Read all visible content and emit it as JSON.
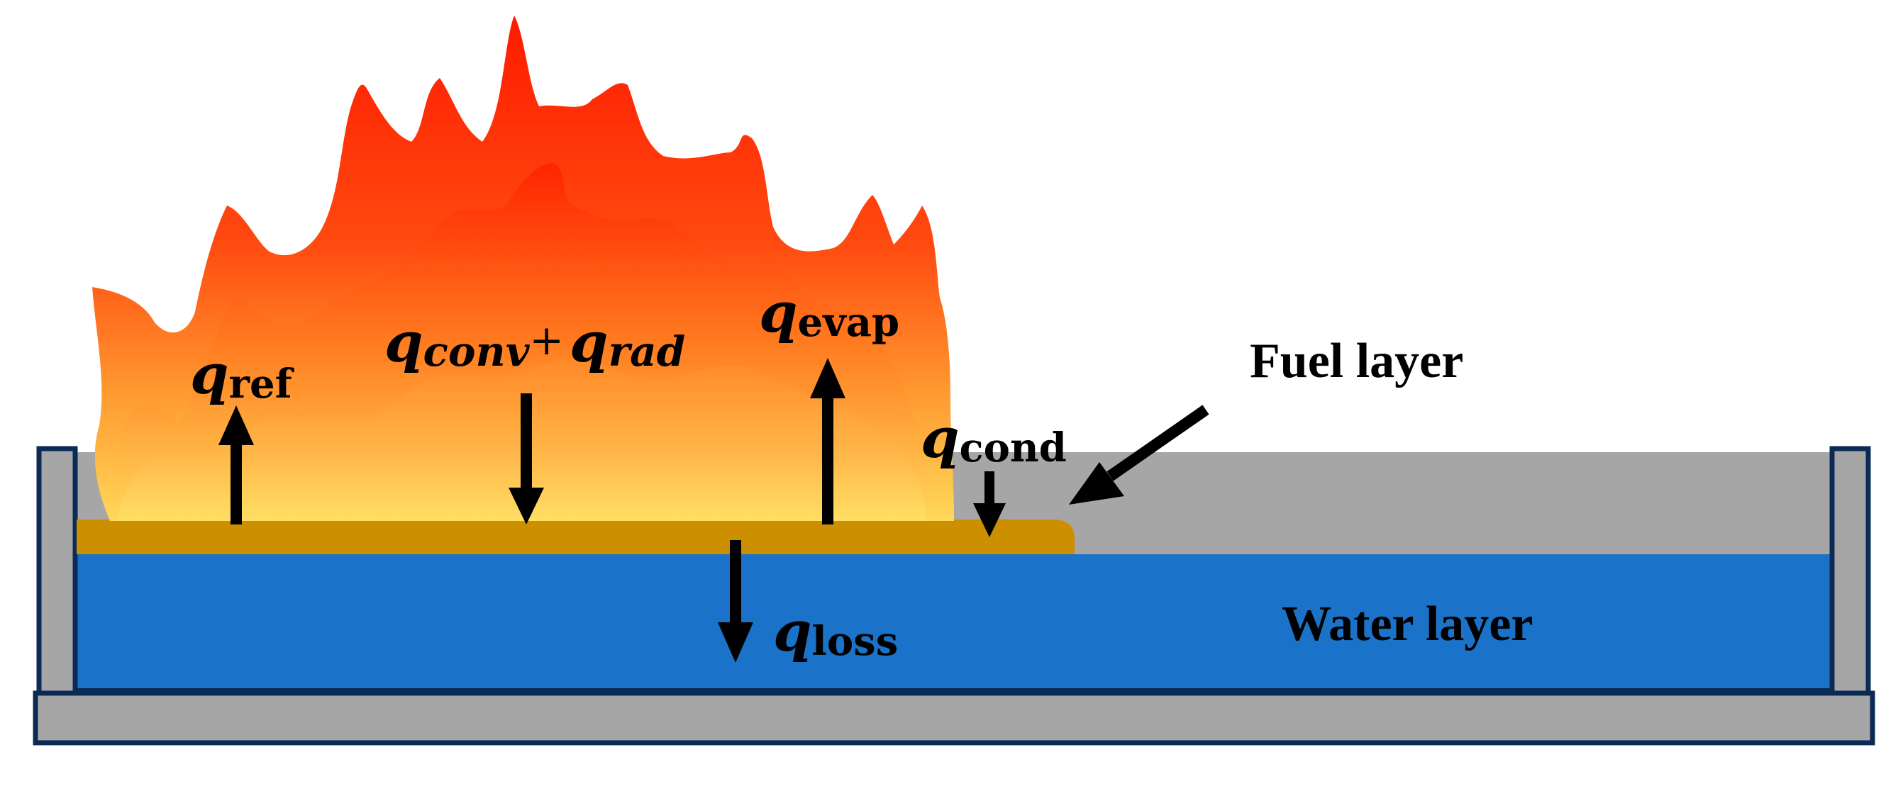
{
  "labels": {
    "q_ref": {
      "symbol": "q",
      "subscript": "ref"
    },
    "q_conv_rad": {
      "symbol1": "q",
      "sub1": "conv",
      "plus": "+",
      "symbol2": "q",
      "sub2": "rad"
    },
    "q_evap": {
      "symbol": "q",
      "subscript": "evap"
    },
    "q_cond": {
      "symbol": "q",
      "subscript": "cond"
    },
    "q_loss": {
      "symbol": "q",
      "subscript": "loss"
    },
    "fuel_layer": "Fuel layer",
    "water_layer": "Water layer"
  },
  "colors": {
    "water": "#1a73c8",
    "fuel": "#cc8f00",
    "tank_wall": "#a6a6a6",
    "tank_outline": "#0b2a55",
    "flame_outer": "#ff2200",
    "flame_mid": "#ff7a1f",
    "flame_base": "#ffd85a",
    "arrow": "#000000"
  }
}
